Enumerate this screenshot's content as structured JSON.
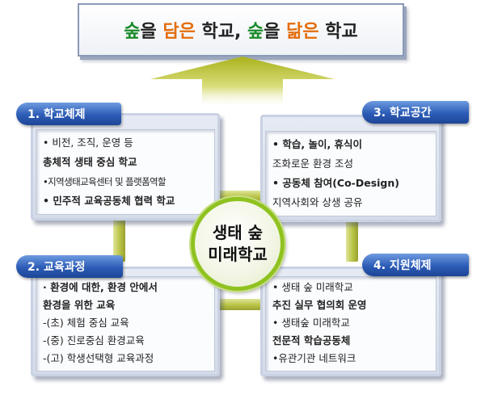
{
  "banner": {
    "parts": [
      {
        "text": "숲",
        "color": "#1a8a2a"
      },
      {
        "text": "을 ",
        "color": "#222222"
      },
      {
        "text": "담은",
        "color": "#e36c09"
      },
      {
        "text": " 학교, ",
        "color": "#222222"
      },
      {
        "text": "숲",
        "color": "#1a8a2a"
      },
      {
        "text": "을 ",
        "color": "#222222"
      },
      {
        "text": "닮은",
        "color": "#e36c09"
      },
      {
        "text": " 학교",
        "color": "#222222"
      }
    ]
  },
  "center": {
    "line1": "생태 숲",
    "line2": "미래학교"
  },
  "panels": {
    "p1": {
      "title": "1. 학교체제",
      "lines": [
        "• 비전, 조직, 운영 등",
        "총체적 생태 중심 학교",
        "•지역생태교육센터 및 플랫폼역할",
        "• 민주적 교육공동체 협력 학교"
      ]
    },
    "p2": {
      "title": "2. 교육과정",
      "lines": [
        "· 환경에 대한, 환경 안에서",
        "환경을 위한 교육",
        "-(초) 체험 중심 교육",
        "-(중) 진로중심 환경교육",
        "-(고) 학생선택형 교육과정"
      ]
    },
    "p3": {
      "title": "3. 학교공간",
      "lines": [
        "•  학습, 놀이, 휴식이",
        "조화로운 환경 조성",
        "• 공동체 참여(Co-Design)",
        "지역사회와 상생 공유"
      ]
    },
    "p4": {
      "title": "4. 지원체제",
      "lines": [
        "• 생태 숲 미래학교",
        "추진 실무 협의회 운영",
        "• 생태숲 미래학교",
        "전문적 학습공동체",
        "•유관기관 네트워크"
      ]
    }
  },
  "colors": {
    "tag_blue": "#2c5cb6",
    "connector_olive": "#b9c346",
    "circle_green": "#8fc21f",
    "forest_green": "#1a8a2a",
    "accent_orange": "#e36c09"
  }
}
